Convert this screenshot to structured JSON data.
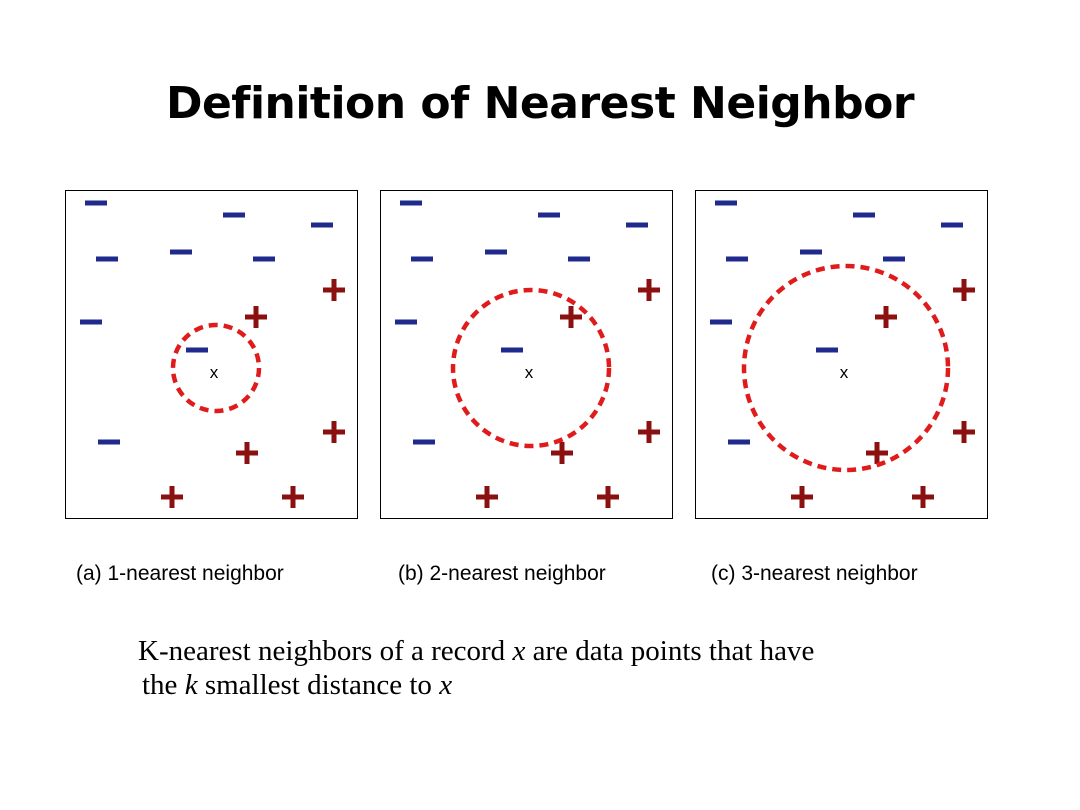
{
  "slide": {
    "title": "Definition of Nearest Neighbor"
  },
  "colors": {
    "minus": "#1f2a8c",
    "plus": "#8b1010",
    "circle": "#e01b1b"
  },
  "panels": [
    {
      "id": "a",
      "caption": "(a) 1-nearest neighbor",
      "query_label": "x",
      "neighbors_k": 1,
      "minus_points": [
        [
          30,
          12
        ],
        [
          168,
          24
        ],
        [
          256,
          34
        ],
        [
          41,
          68
        ],
        [
          115,
          61
        ],
        [
          198,
          68
        ],
        [
          25,
          131
        ],
        [
          131,
          159
        ],
        [
          43,
          251
        ]
      ],
      "plus_points": [
        [
          268,
          99
        ],
        [
          190,
          126
        ],
        [
          268,
          241
        ],
        [
          181,
          262
        ],
        [
          106,
          306
        ],
        [
          227,
          306
        ]
      ]
    },
    {
      "id": "b",
      "caption": "(b) 2-nearest neighbor",
      "query_label": "x",
      "neighbors_k": 2,
      "minus_points": [
        [
          30,
          12
        ],
        [
          168,
          24
        ],
        [
          256,
          34
        ],
        [
          41,
          68
        ],
        [
          115,
          61
        ],
        [
          198,
          68
        ],
        [
          25,
          131
        ],
        [
          131,
          159
        ],
        [
          43,
          251
        ]
      ],
      "plus_points": [
        [
          268,
          99
        ],
        [
          190,
          126
        ],
        [
          268,
          241
        ],
        [
          181,
          262
        ],
        [
          106,
          306
        ],
        [
          227,
          306
        ]
      ]
    },
    {
      "id": "c",
      "caption": "(c) 3-nearest neighbor",
      "query_label": "x",
      "neighbors_k": 3,
      "minus_points": [
        [
          30,
          12
        ],
        [
          168,
          24
        ],
        [
          256,
          34
        ],
        [
          41,
          68
        ],
        [
          115,
          61
        ],
        [
          198,
          68
        ],
        [
          25,
          131
        ],
        [
          131,
          159
        ],
        [
          43,
          251
        ]
      ],
      "plus_points": [
        [
          268,
          99
        ],
        [
          190,
          126
        ],
        [
          268,
          241
        ],
        [
          181,
          262
        ],
        [
          106,
          306
        ],
        [
          227,
          306
        ]
      ]
    }
  ],
  "body": {
    "line1_a": "K-nearest neighbors of a record ",
    "line1_var": "x",
    "line1_b": " are data points that have",
    "line2_a": "the ",
    "line2_var": "k",
    "line2_b": " smallest distance to ",
    "line2_var2": "x"
  }
}
